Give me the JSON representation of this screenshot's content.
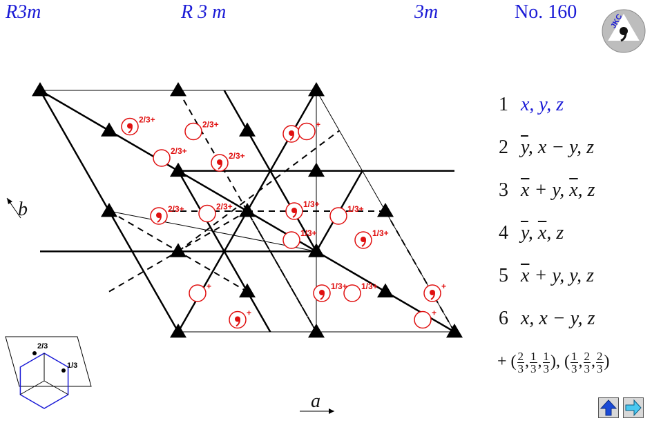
{
  "header": {
    "symbol_short": "R3m",
    "symbol_full": "R 3 m",
    "point_group": "3m",
    "number": "No. 160"
  },
  "logo": {
    "text": "JKC"
  },
  "operations": [
    {
      "num": "1",
      "parts": [
        [
          "x, y, z",
          false
        ]
      ]
    },
    {
      "num": "2",
      "parts": [
        [
          "y",
          true
        ],
        [
          ", x − y, z",
          false
        ]
      ]
    },
    {
      "num": "3",
      "parts": [
        [
          "x",
          true
        ],
        [
          " + y, ",
          false
        ],
        [
          "x",
          true
        ],
        [
          ", z",
          false
        ]
      ]
    },
    {
      "num": "4",
      "parts": [
        [
          "y",
          true
        ],
        [
          ", ",
          false
        ],
        [
          "x",
          true
        ],
        [
          ", z",
          false
        ]
      ]
    },
    {
      "num": "5",
      "parts": [
        [
          "x",
          true
        ],
        [
          " + y, y, z",
          false
        ]
      ]
    },
    {
      "num": "6",
      "parts": [
        [
          "x, x − y, z",
          false
        ]
      ]
    }
  ],
  "centering": {
    "prefix": "+ (",
    "vec1": [
      "2",
      "3",
      "1",
      "3",
      "1",
      "3"
    ],
    "vec2": [
      "1",
      "3",
      "2",
      "3",
      "2",
      "3"
    ]
  },
  "axes": {
    "a": "a",
    "b": "b"
  },
  "heights": {
    "two_thirds": "2/3",
    "one_third": "1/3",
    "plus": "+"
  },
  "inset_labels": {
    "h1": "2/3",
    "h2": "1/3"
  },
  "colors": {
    "header": "#1a1ad6",
    "equivalent": "#e01010",
    "inset_hex": "#1a1ad6"
  },
  "nav": {
    "up": "up-arrow-icon",
    "next": "right-arrow-icon"
  }
}
